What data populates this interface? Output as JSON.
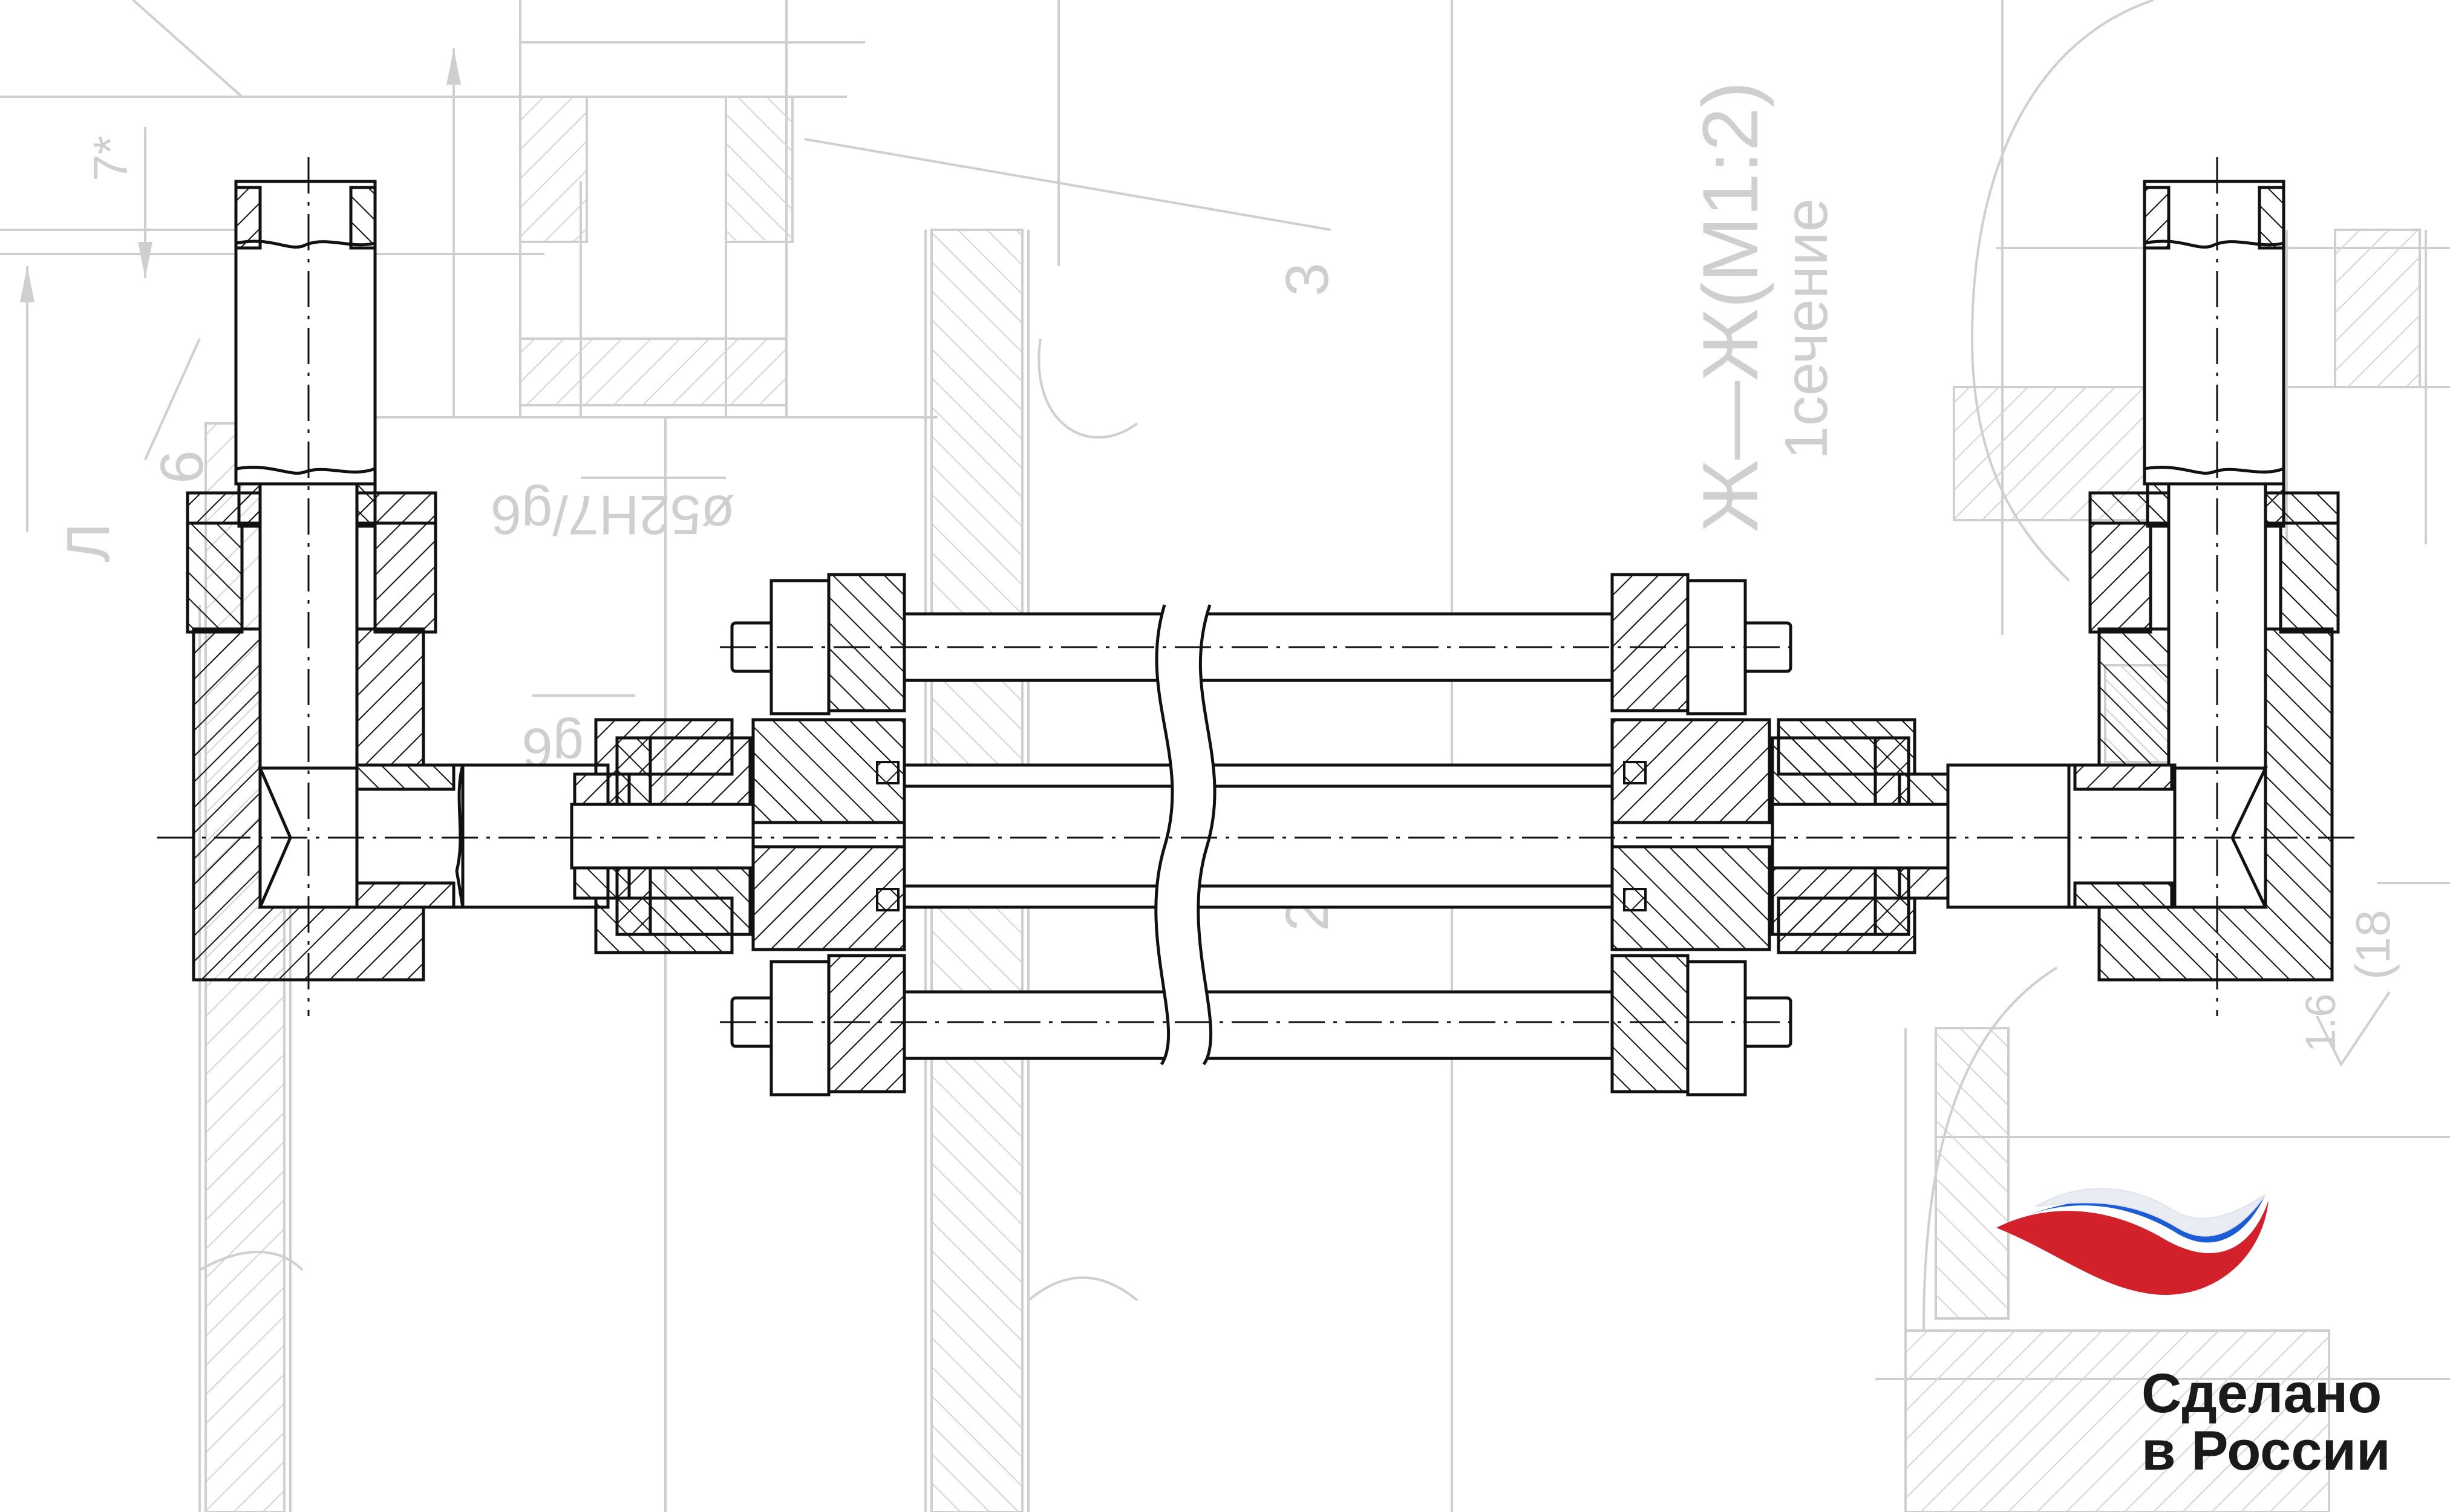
{
  "background_annotations": {
    "section_title": "Ж—Ж(М1:2)",
    "section_subtitle": "1сечение",
    "fit_dimension": "ø52H7/g6",
    "fit_dimension_partial": "g6",
    "dim_7": "7*",
    "dim_3": "3",
    "dim_2": "2",
    "dim_6": "6",
    "dim_l": "Л",
    "dim_18": "(18",
    "roughness_value": "1.6"
  },
  "logo": {
    "line1": "Сделано",
    "line2": "в России",
    "flag_colors": [
      "#ffffff",
      "#1c5bd6",
      "#d3212c"
    ]
  },
  "colors": {
    "drawing": "#111111",
    "background_drawing": "#cfcfcf",
    "paper": "#ffffff"
  }
}
